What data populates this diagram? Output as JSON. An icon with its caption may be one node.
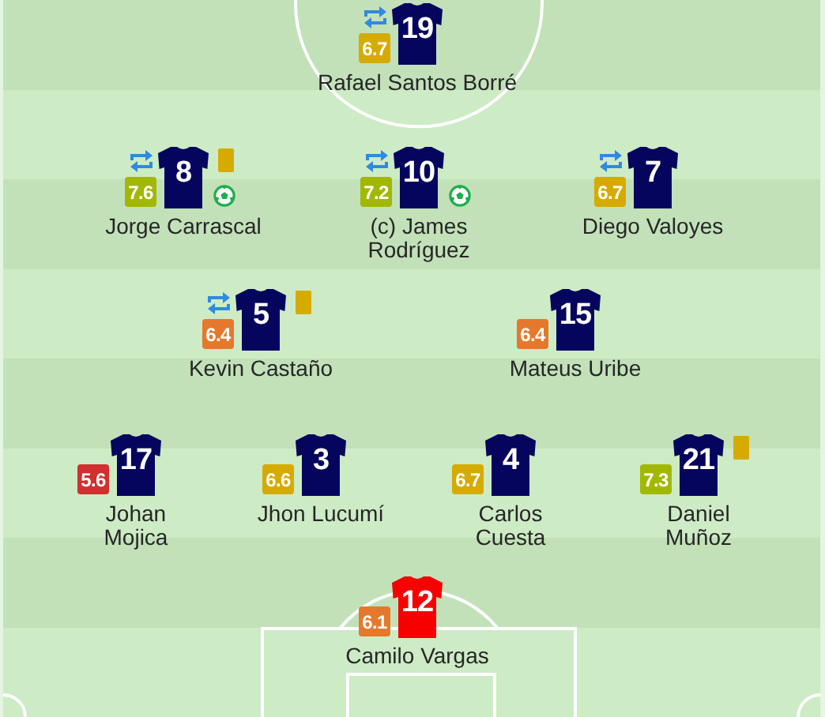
{
  "diagram": {
    "nodes": [
      {
        "text": [
          "6.7",
          "19",
          "Rafael Santos Borré"
        ]
      },
      {
        "text": [
          "7.6",
          "8",
          "Jorge Carrascal"
        ]
      },
      {
        "text": [
          "7.2",
          "10",
          "(c) James Rodríguez"
        ]
      },
      {
        "text": [
          "6.7",
          "7",
          "Diego Valoyes"
        ]
      },
      {
        "text": [
          "6.4",
          "5",
          "Kevin Castaño"
        ]
      },
      {
        "text": [
          "6.4",
          "15",
          "Mateus Uribe"
        ]
      },
      {
        "text": [
          "5.6",
          "17",
          "Johan Mojica"
        ]
      },
      {
        "text": [
          "6.6",
          "3",
          "Jhon Lucumí"
        ]
      },
      {
        "text": [
          "6.7",
          "4",
          "Carlos Cuesta"
        ]
      },
      {
        "text": [
          "7.3",
          "21",
          "Daniel Muñoz"
        ]
      },
      {
        "text": [
          "6.1",
          "12",
          "Camilo Vargas"
        ]
      }
    ]
  }
}
